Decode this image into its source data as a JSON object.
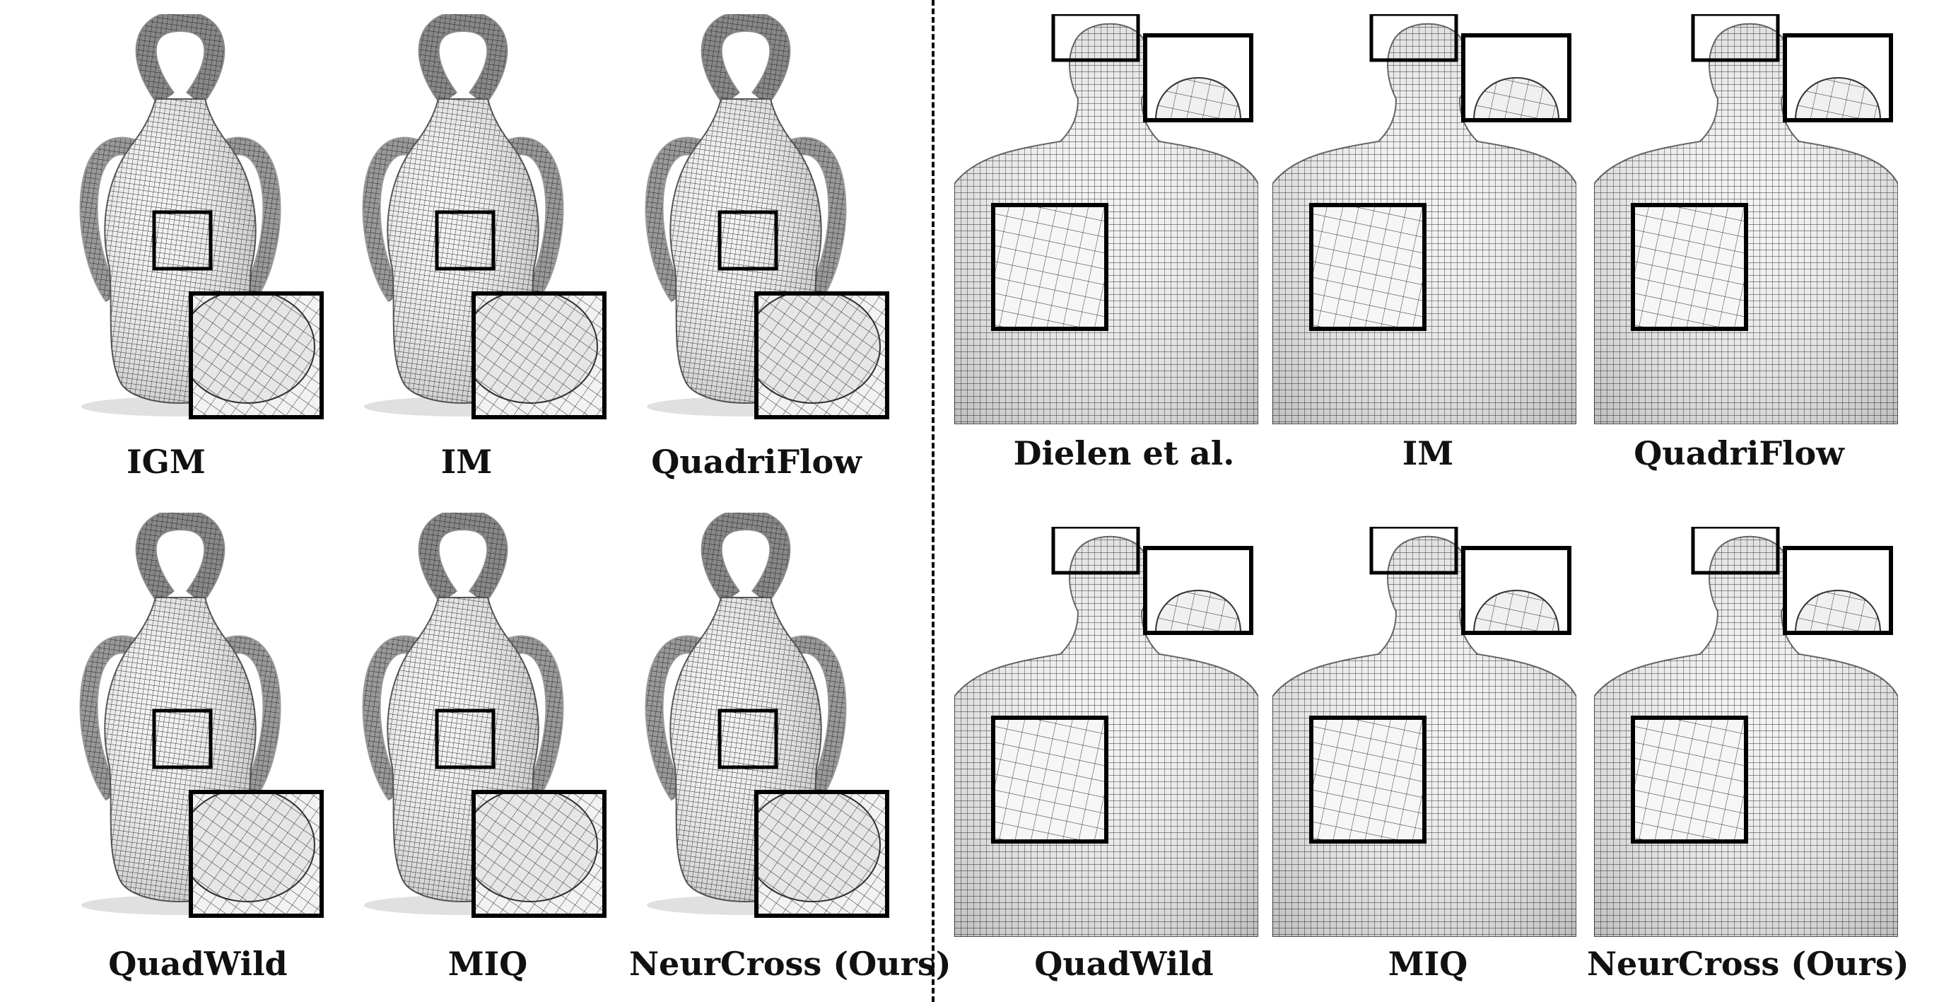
{
  "figure": {
    "left_group": {
      "top_row": [
        "IGM",
        "IM",
        "QuadriFlow"
      ],
      "bottom_row": [
        "QuadWild",
        "MIQ",
        "NeurCross (Ours)"
      ]
    },
    "right_group": {
      "top_row": [
        "Dielen et al.",
        "IM",
        "QuadriFlow"
      ],
      "bottom_row": [
        "QuadWild",
        "MIQ",
        "NeurCross (Ours)"
      ]
    }
  },
  "colors": {
    "mesh_line": "#222222",
    "shade": "#d9d9d9",
    "inset_border": "#000000"
  }
}
